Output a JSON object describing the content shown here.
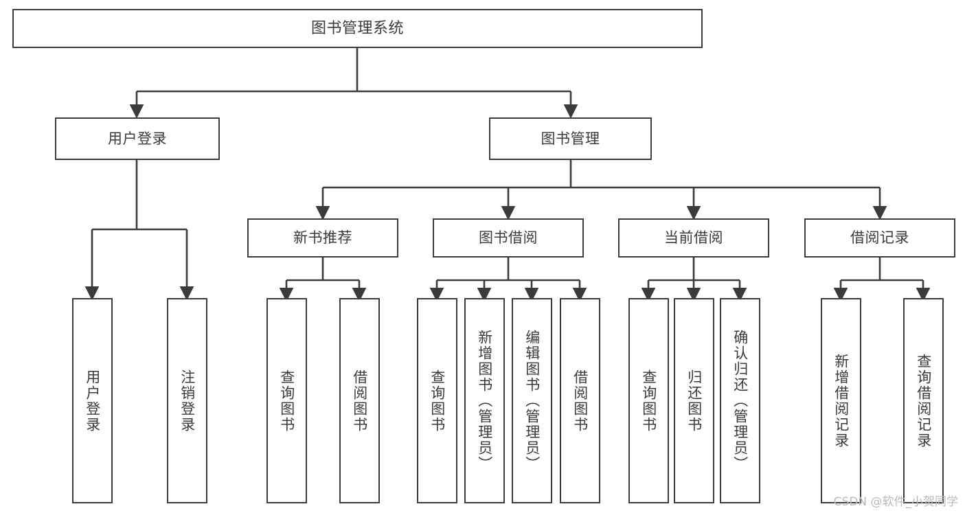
{
  "diagram": {
    "title": "图书管理系统",
    "type": "功能结构图",
    "stroke_color": "#3b3b3b",
    "text_color": "#3a3a3a",
    "background_color": "#ffffff",
    "root": {
      "id": "root",
      "label": "图书管理系统"
    },
    "level2": [
      {
        "id": "user-login",
        "label": "用户登录"
      },
      {
        "id": "book-management",
        "label": "图书管理"
      }
    ],
    "level3": [
      {
        "id": "new-book-recommend",
        "label": "新书推荐"
      },
      {
        "id": "book-borrow",
        "label": "图书借阅"
      },
      {
        "id": "current-borrow",
        "label": "当前借阅"
      },
      {
        "id": "borrow-record",
        "label": "借阅记录"
      }
    ],
    "leaves": {
      "user_login": [
        {
          "id": "leaf-user-login",
          "label": "用户登录"
        },
        {
          "id": "leaf-logout-login",
          "label": "注销登录"
        }
      ],
      "new_book_recommend": [
        {
          "id": "leaf-query-book-1",
          "label": "查询图书"
        },
        {
          "id": "leaf-borrow-book-1",
          "label": "借阅图书"
        }
      ],
      "book_borrow": [
        {
          "id": "leaf-query-book-2",
          "label": "查询图书"
        },
        {
          "id": "leaf-add-book",
          "label": "新增图书（管理员）"
        },
        {
          "id": "leaf-edit-book",
          "label": "编辑图书（管理员）"
        },
        {
          "id": "leaf-borrow-book-2",
          "label": "借阅图书"
        }
      ],
      "current_borrow": [
        {
          "id": "leaf-query-book-3",
          "label": "查询图书"
        },
        {
          "id": "leaf-return-book",
          "label": "归还图书"
        },
        {
          "id": "leaf-confirm-return",
          "label": "确认归还（管理员）"
        }
      ],
      "borrow_record": [
        {
          "id": "leaf-add-record",
          "label": "新增借阅记录"
        },
        {
          "id": "leaf-query-record",
          "label": "查询借阅记录"
        }
      ]
    }
  },
  "watermark": {
    "text": "CSDN @软件_小贺同学"
  }
}
